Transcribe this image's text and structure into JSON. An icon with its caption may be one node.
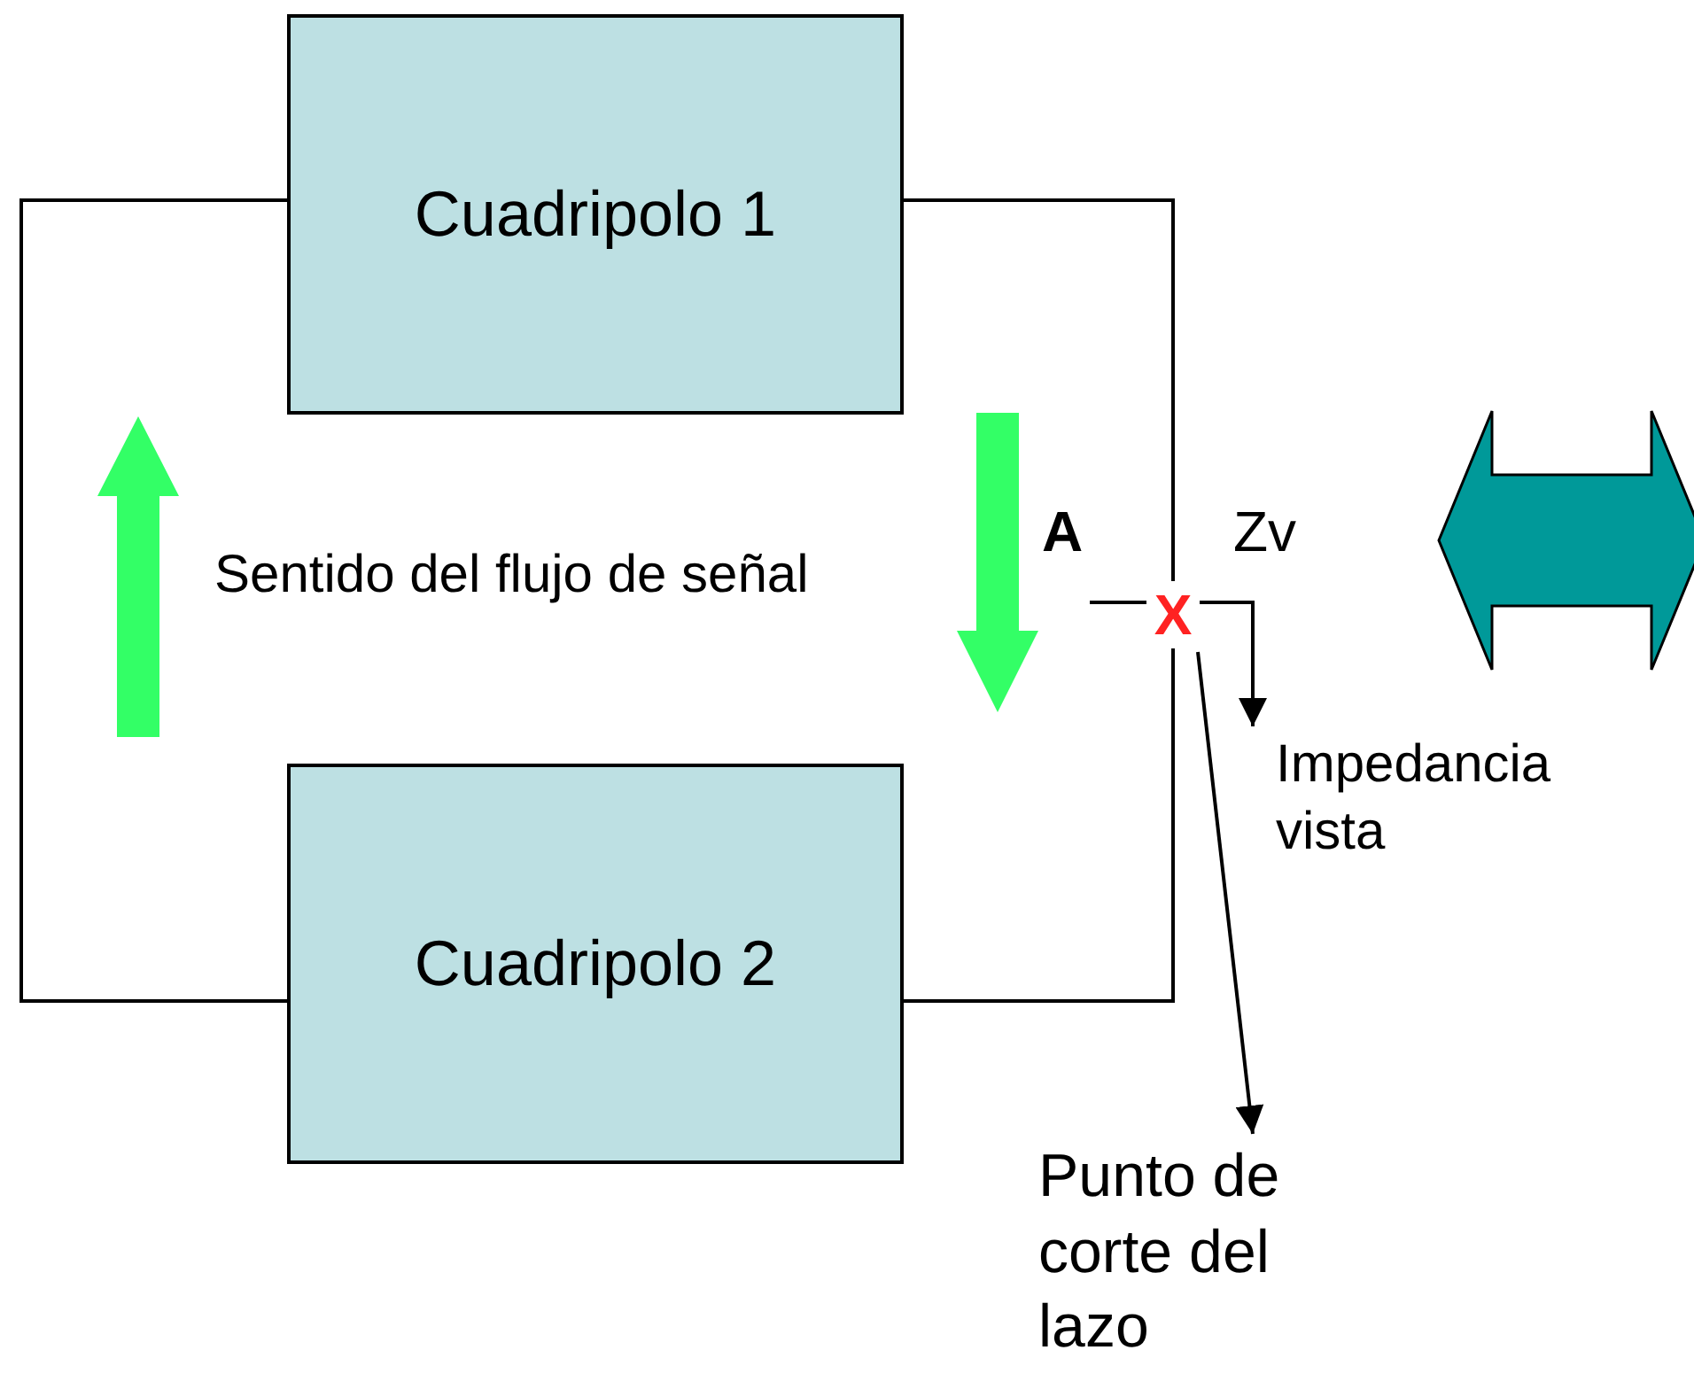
{
  "diagram": {
    "nodes": [
      {
        "text": [
          "Cuadripolo 1"
        ]
      },
      {
        "text": [
          "Cuadripolo 2"
        ]
      },
      {
        "text": [
          "X"
        ]
      },
      {
        "text": [
          "Impedancia vista"
        ]
      },
      {
        "text": [
          "Punto de corte del lazo"
        ]
      }
    ],
    "edges": [
      {
        "from": 0,
        "to": 1,
        "arrow": "none"
      },
      {
        "from": 0,
        "to": 2,
        "arrow": "none"
      },
      {
        "from": 2,
        "to": 1,
        "arrow": "none"
      },
      {
        "from": 2,
        "to": 3,
        "arrow": "to"
      },
      {
        "from": 2,
        "to": 4,
        "arrow": "to"
      }
    ],
    "labels": [
      "A",
      "Zv",
      "Sentido del flujo de señal"
    ]
  }
}
